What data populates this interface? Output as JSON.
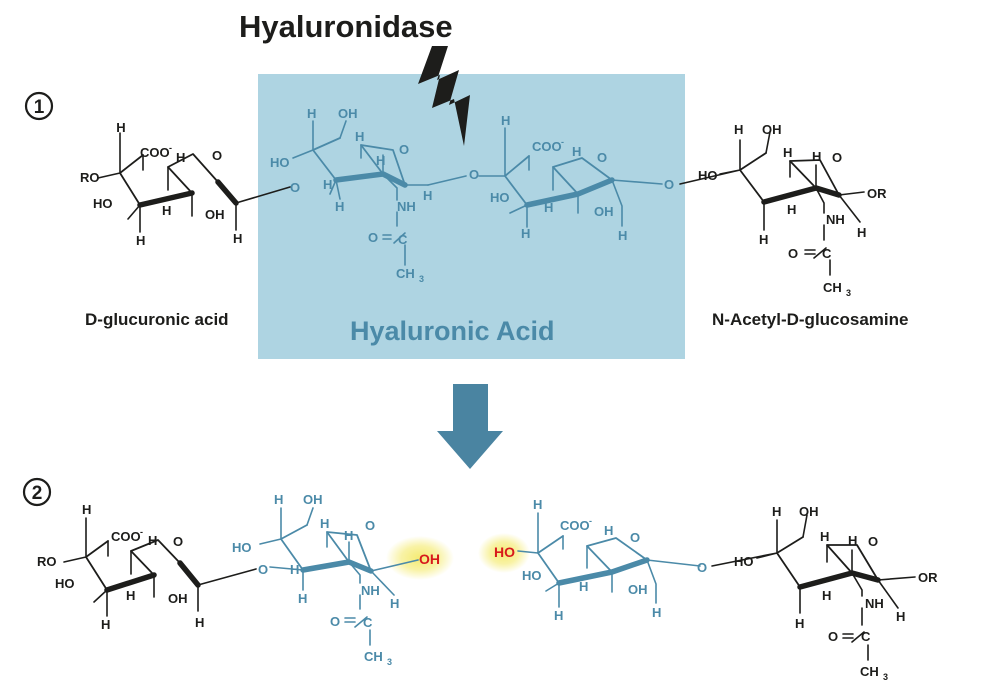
{
  "enzyme_label": "Hyaluronidase",
  "step_markers": [
    "①",
    "②"
  ],
  "hyaluronic_acid_label": "Hyaluronic Acid",
  "left_unit_label": "D-glucuronic acid",
  "right_unit_label": "N-Acetyl-D-glucosamine",
  "colors": {
    "ink": "#1d1d1b",
    "hyaluronic_blue": "#4b8aa8",
    "box_fill": "#aed4e2",
    "arrow": "#4a84a1",
    "cleavage_red": "#d7191c",
    "glow_yellow": "#f4ea6a"
  },
  "atoms": {
    "H": "H",
    "O": "O",
    "OH": "OH",
    "HO": "HO",
    "RO": "RO",
    "OR": "OR",
    "NH": "NH",
    "COO": "COO",
    "minus": "-",
    "C": "C",
    "CH": "CH",
    "sub3": "3"
  }
}
